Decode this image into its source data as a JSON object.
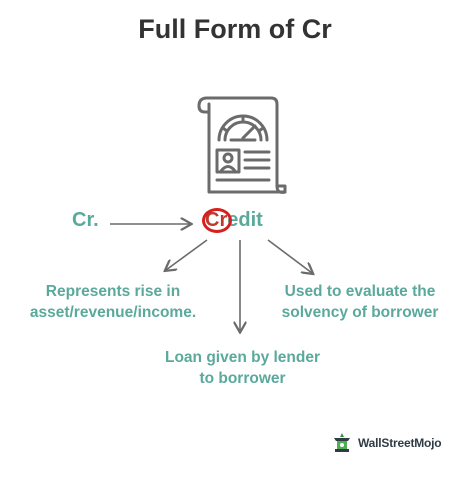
{
  "title": "Full Form of Cr",
  "abbreviation": "Cr.",
  "term": {
    "highlight": "Cr",
    "rest": "edit"
  },
  "meanings": [
    {
      "lines": [
        "Represents rise in",
        "asset/revenue/income."
      ]
    },
    {
      "lines": [
        "Used to evaluate the",
        "solvency of borrower"
      ]
    },
    {
      "lines": [
        "Loan given by lender",
        "to borrower"
      ]
    }
  ],
  "brand": {
    "name": "WallStreetMojo"
  },
  "colors": {
    "title": "#333333",
    "teal": "#5aa99c",
    "highlight_ring": "#d61f1f",
    "icon_stroke": "#6b6b6b"
  },
  "icons": [
    "credit-report-document-icon",
    "wallstreetmojo-logo-icon"
  ]
}
